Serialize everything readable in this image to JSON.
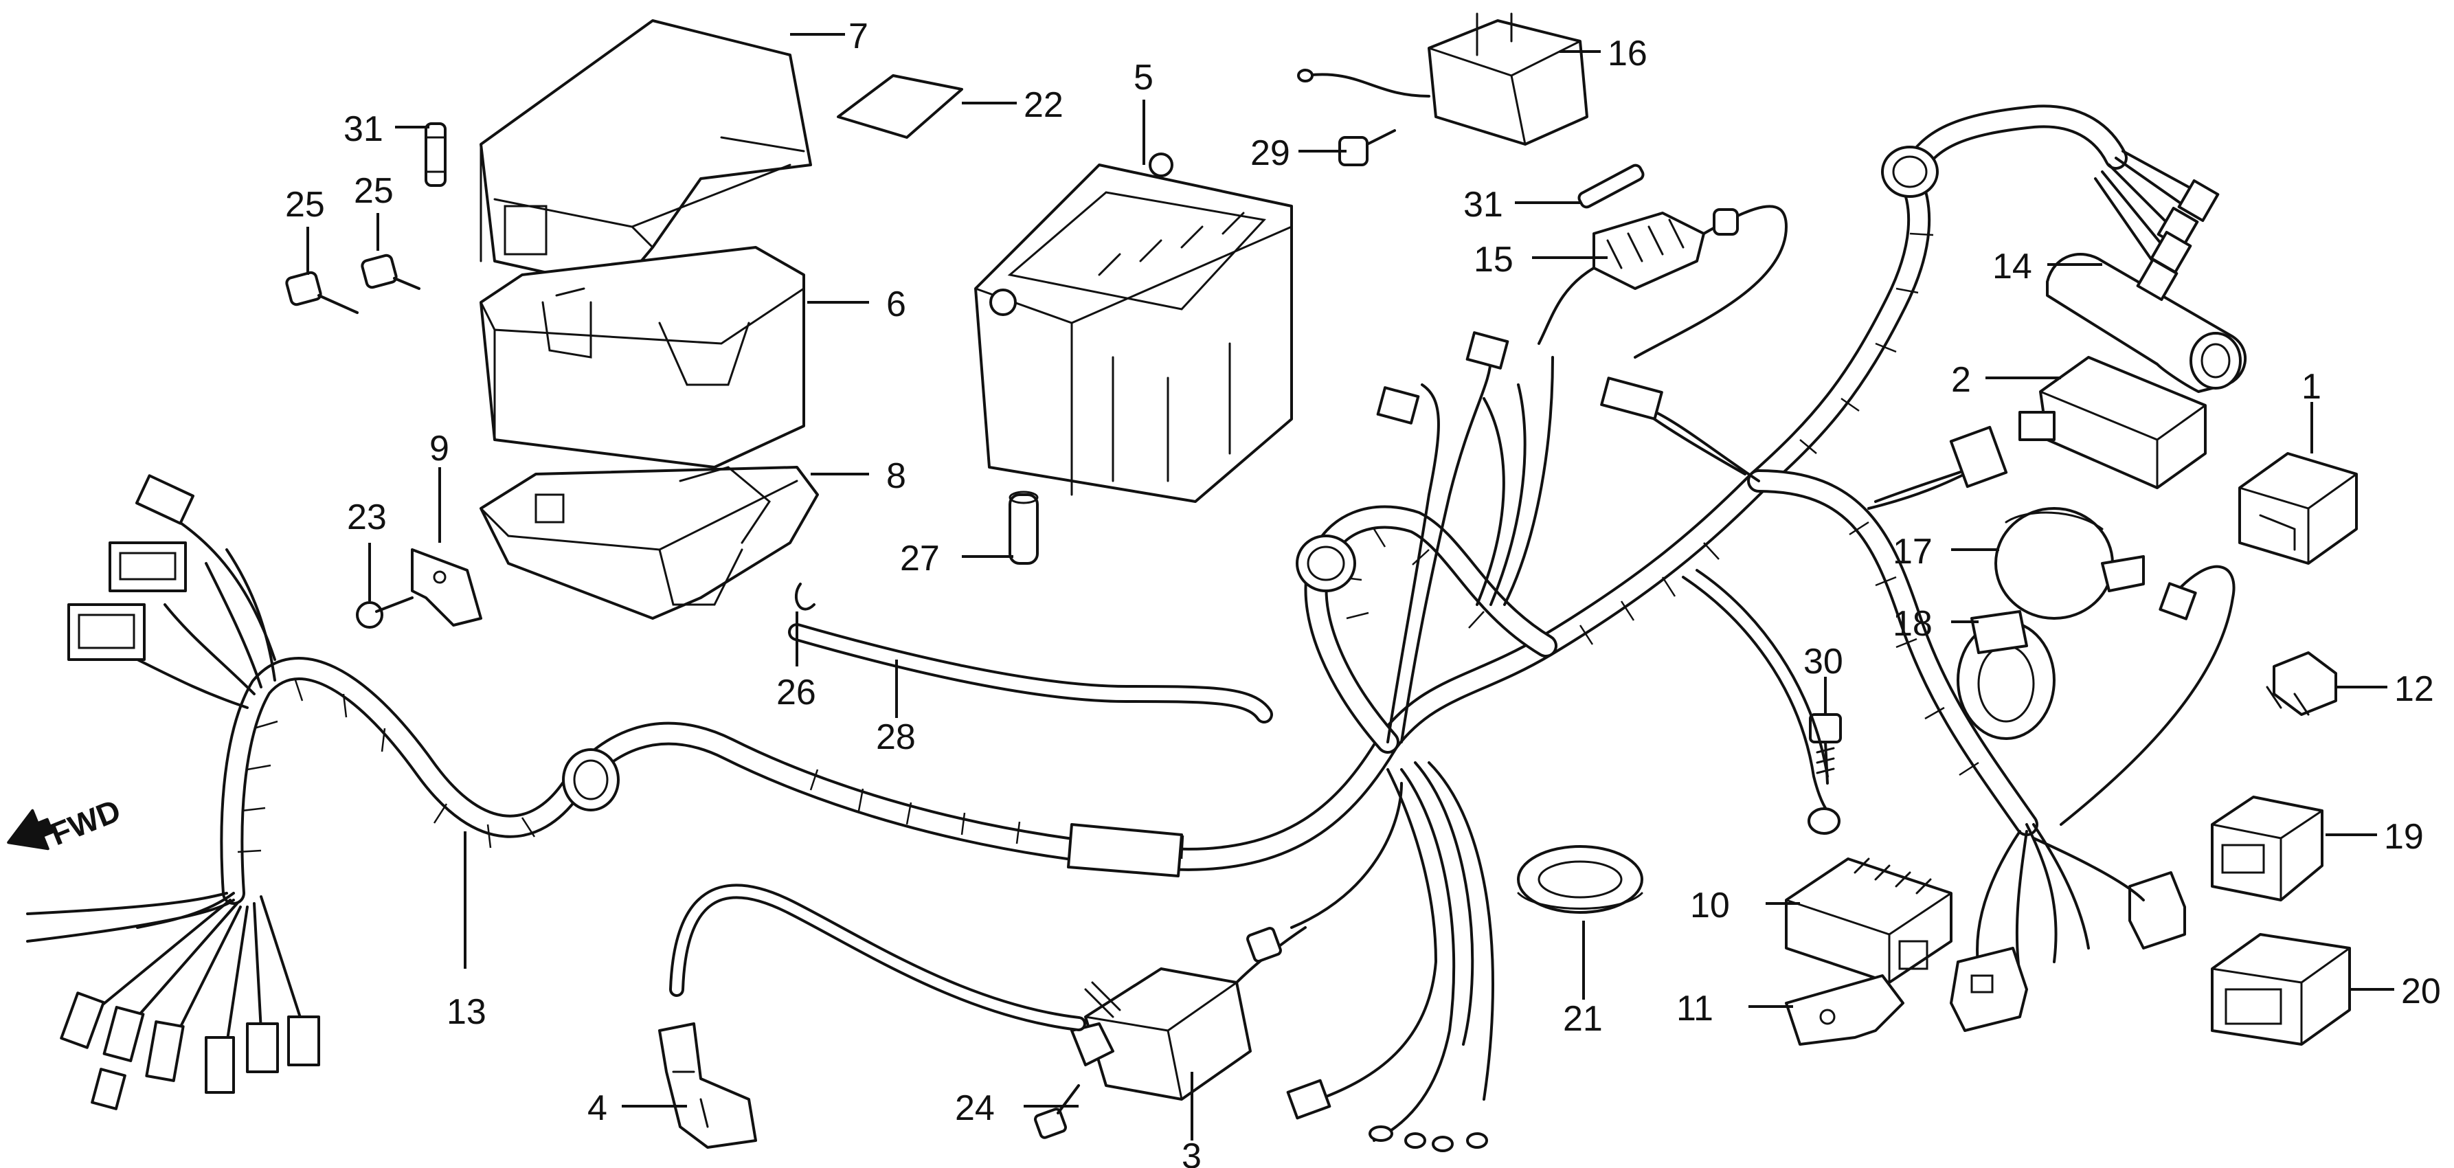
{
  "direction_label": "FWD",
  "callouts": {
    "c1": "1",
    "c2": "2",
    "c3": "3",
    "c4": "4",
    "c5": "5",
    "c6": "6",
    "c7": "7",
    "c8": "8",
    "c9": "9",
    "c10": "10",
    "c11": "11",
    "c12": "12",
    "c13": "13",
    "c14": "14",
    "c15": "15",
    "c16": "16",
    "c17": "17",
    "c18": "18",
    "c19": "19",
    "c20": "20",
    "c21": "21",
    "c22": "22",
    "c23": "23",
    "c24": "24",
    "c25a": "25",
    "c25b": "25",
    "c26": "26",
    "c27": "27",
    "c28": "28",
    "c29": "29",
    "c30": "30",
    "c31a": "31",
    "c31b": "31"
  }
}
